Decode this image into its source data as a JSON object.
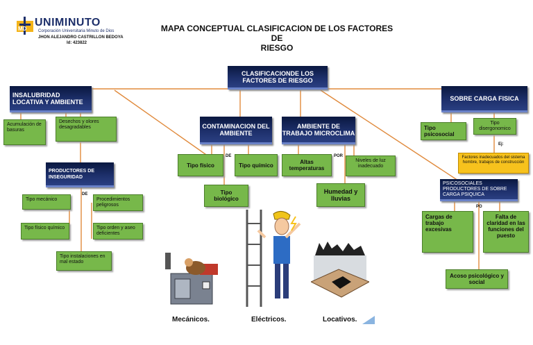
{
  "header": {
    "logo_name": "UNIMINUTO",
    "logo_sub": "Corporación Universitaria Minuto de Dios",
    "author": "JHON ALEJANDRO CASTRILLON BEDOYA",
    "student_id": "Id: 423822",
    "title_line1": "MAPA CONCEPTUAL CLASIFICACION DE LOS FACTORES DE",
    "title_line2": "RIESGO"
  },
  "root": "CLASIFICACIONDE LOS FACTORES DE RIESGO",
  "insalubridad": {
    "title": "INSALUBRIDAD LOCATIVA Y AMBIENTE",
    "items": [
      "Acumulación de basuras",
      "Desechos y olores desagradables"
    ]
  },
  "productores": {
    "title": "PRODUCTORES DE INSEGURIDAD",
    "connector": "DE",
    "items": [
      "Tipo mecánico",
      "Procedimientos peligrosos",
      "Tipo físico químico",
      "Tipo orden y aseo deficientes",
      "Tipo instalaciones en mal estado"
    ]
  },
  "contaminacion": {
    "title": "CONTAMINACION DEL AMBIENTE",
    "connector": "DE",
    "items": [
      "Tipo físico",
      "Tipo químico",
      "Tipo biológico"
    ]
  },
  "ambiente": {
    "title": "AMBIENTE DE TRABAJO MICROCLIMA",
    "connector": "POR",
    "items": [
      "Altas temperaturas",
      "Niveles de luz inadecuado",
      "Humedad y lluvias"
    ]
  },
  "sobrecarga": {
    "title": "SOBRE CARGA FISICA",
    "items": [
      "Tipo psicosocial",
      "Tipo disergonomico"
    ],
    "example_label": "Ej:",
    "example": "Factores inadecuados del sistema hombre, trabajos de construcción"
  },
  "psicosociales": {
    "title": "PSICOSOCIALES PRODUCTORES DE SOBRE CARGA PSIQUICA",
    "connector": "PO",
    "items": [
      "Cargas de trabajo excesivas",
      "Falta de claridad en las funciones del puesto",
      "Acoso psicológico y social"
    ]
  },
  "captions": [
    "Mecánicos.",
    "Eléctricos.",
    "Locativos."
  ],
  "colors": {
    "navy": "#1d2f6a",
    "green": "#77b84a",
    "orange_line": "#e08a3c",
    "yellow": "#f7c21d"
  }
}
